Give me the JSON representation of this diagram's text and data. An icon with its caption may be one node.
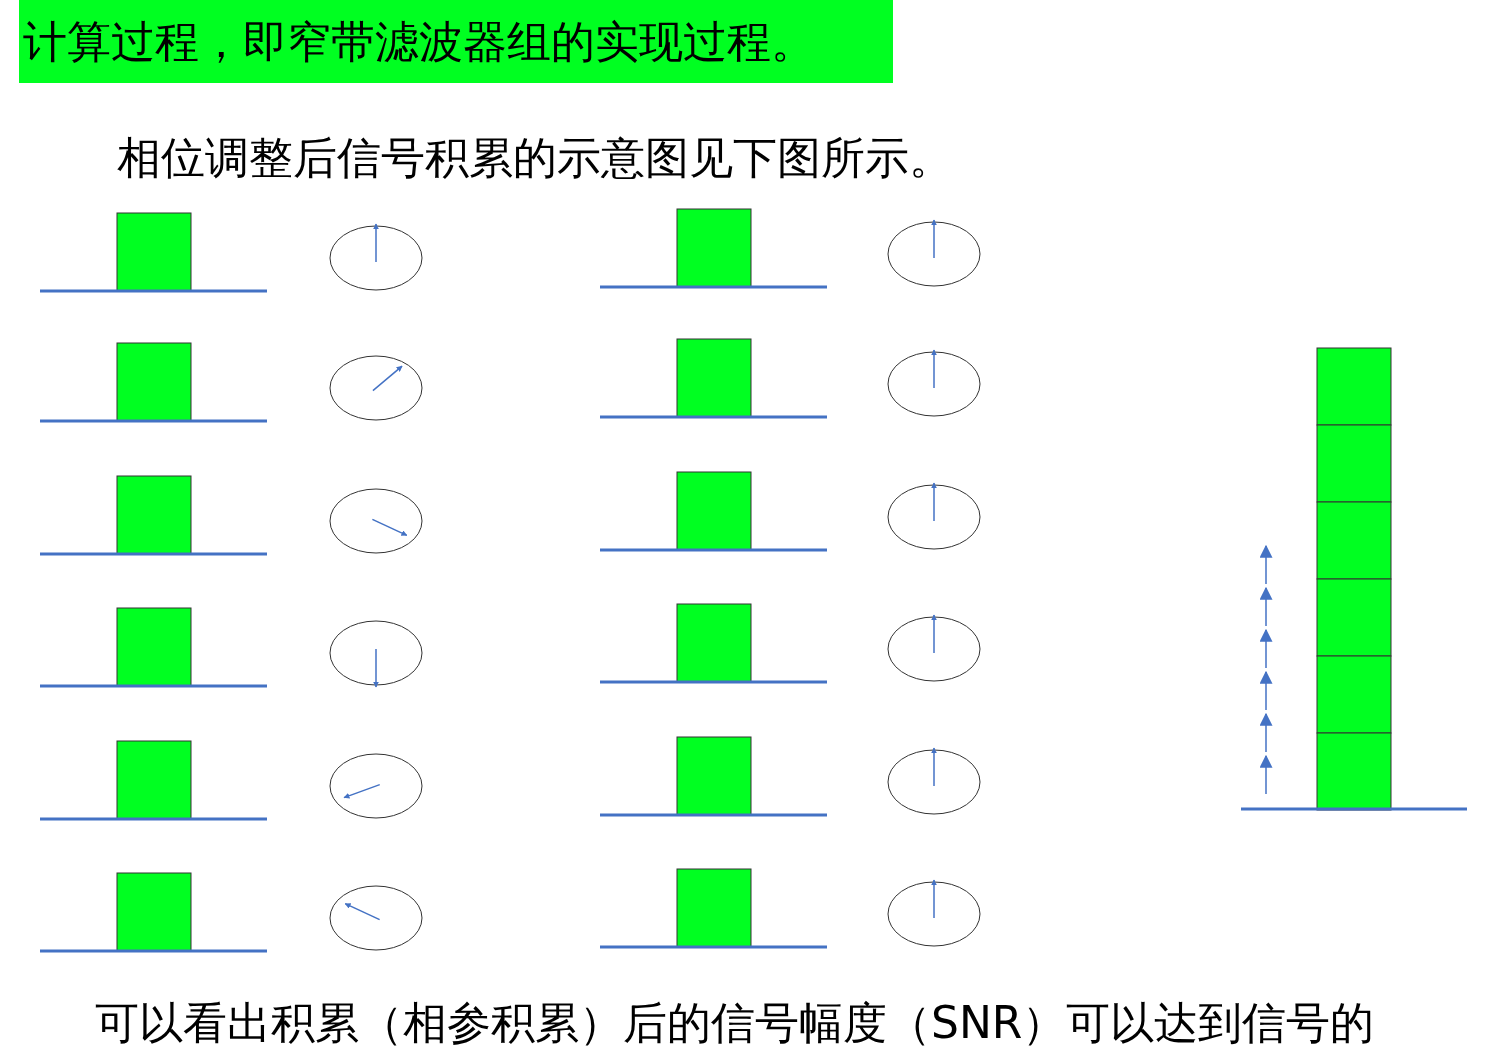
{
  "diagram": {
    "title": "计算过程，即窄带滤波器组的实现过程。",
    "labels": [
      "相位调整后信号积累的示意图见下图所示。",
      "可以看出积累（相参积累）后的信号幅度（SNR）可以达到信号的"
    ]
  }
}
